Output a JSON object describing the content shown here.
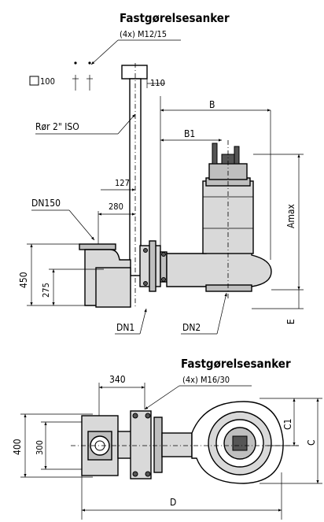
{
  "top_view": {
    "anchor_title": "Fastgørelsesanker",
    "anchor_spec": "(4x) M12/15",
    "square_label": "100",
    "pipe_offset": "110",
    "pipe_label": "Rør 2\" ISO",
    "dim_B": "B",
    "dim_B1": "B1",
    "dim_127": "127",
    "dim_280": "280",
    "dim_DN150": "DN150",
    "dim_Amax": "Amax",
    "dim_450": "450",
    "dim_275": "275",
    "dim_DN1": "DN1",
    "dim_DN2": "DN2",
    "dim_E": "E"
  },
  "bottom_view": {
    "anchor_title": "Fastgørelsesanker",
    "anchor_spec": "(4x) M16/30",
    "dim_340": "340",
    "dim_400": "400",
    "dim_300": "300",
    "dim_C1": "C1",
    "dim_C": "C",
    "dim_D": "D"
  }
}
